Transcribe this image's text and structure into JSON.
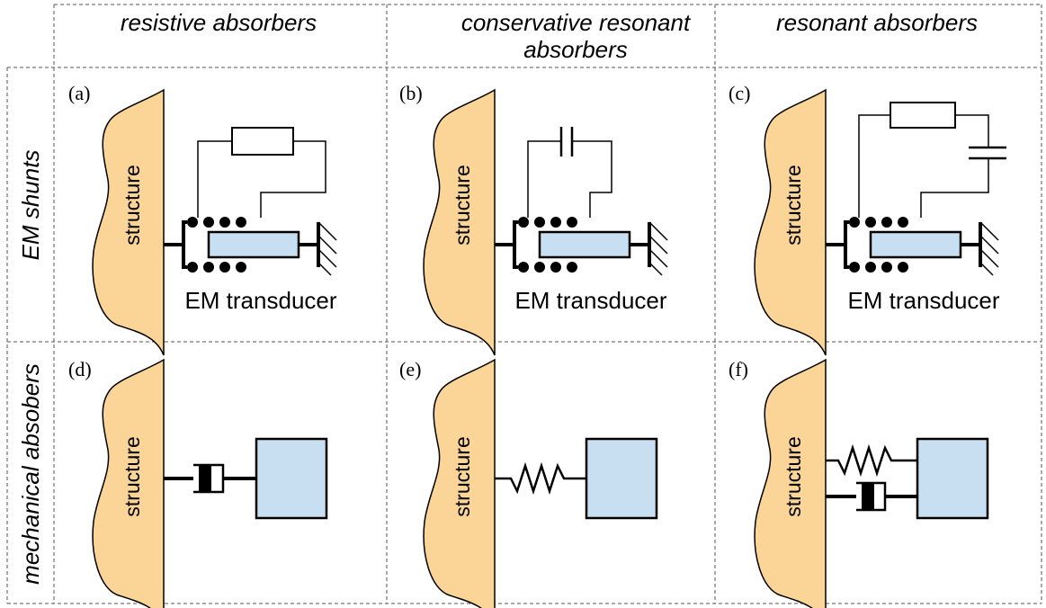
{
  "columns": {
    "col1": "resistive absorbers",
    "col2_line1": "conservative resonant",
    "col2_line2": "absorbers",
    "col3": "resonant absorbers"
  },
  "rows": {
    "row1": "EM shunts",
    "row2": "mechanical absobers"
  },
  "panels": {
    "a": "(a)",
    "b": "(b)",
    "c": "(c)",
    "d": "(d)",
    "e": "(e)",
    "f": "(f)"
  },
  "structure_label": "structure",
  "transducer_label": "EM transducer",
  "colors": {
    "structure": "#fad597",
    "mass": "#c8dff2"
  }
}
